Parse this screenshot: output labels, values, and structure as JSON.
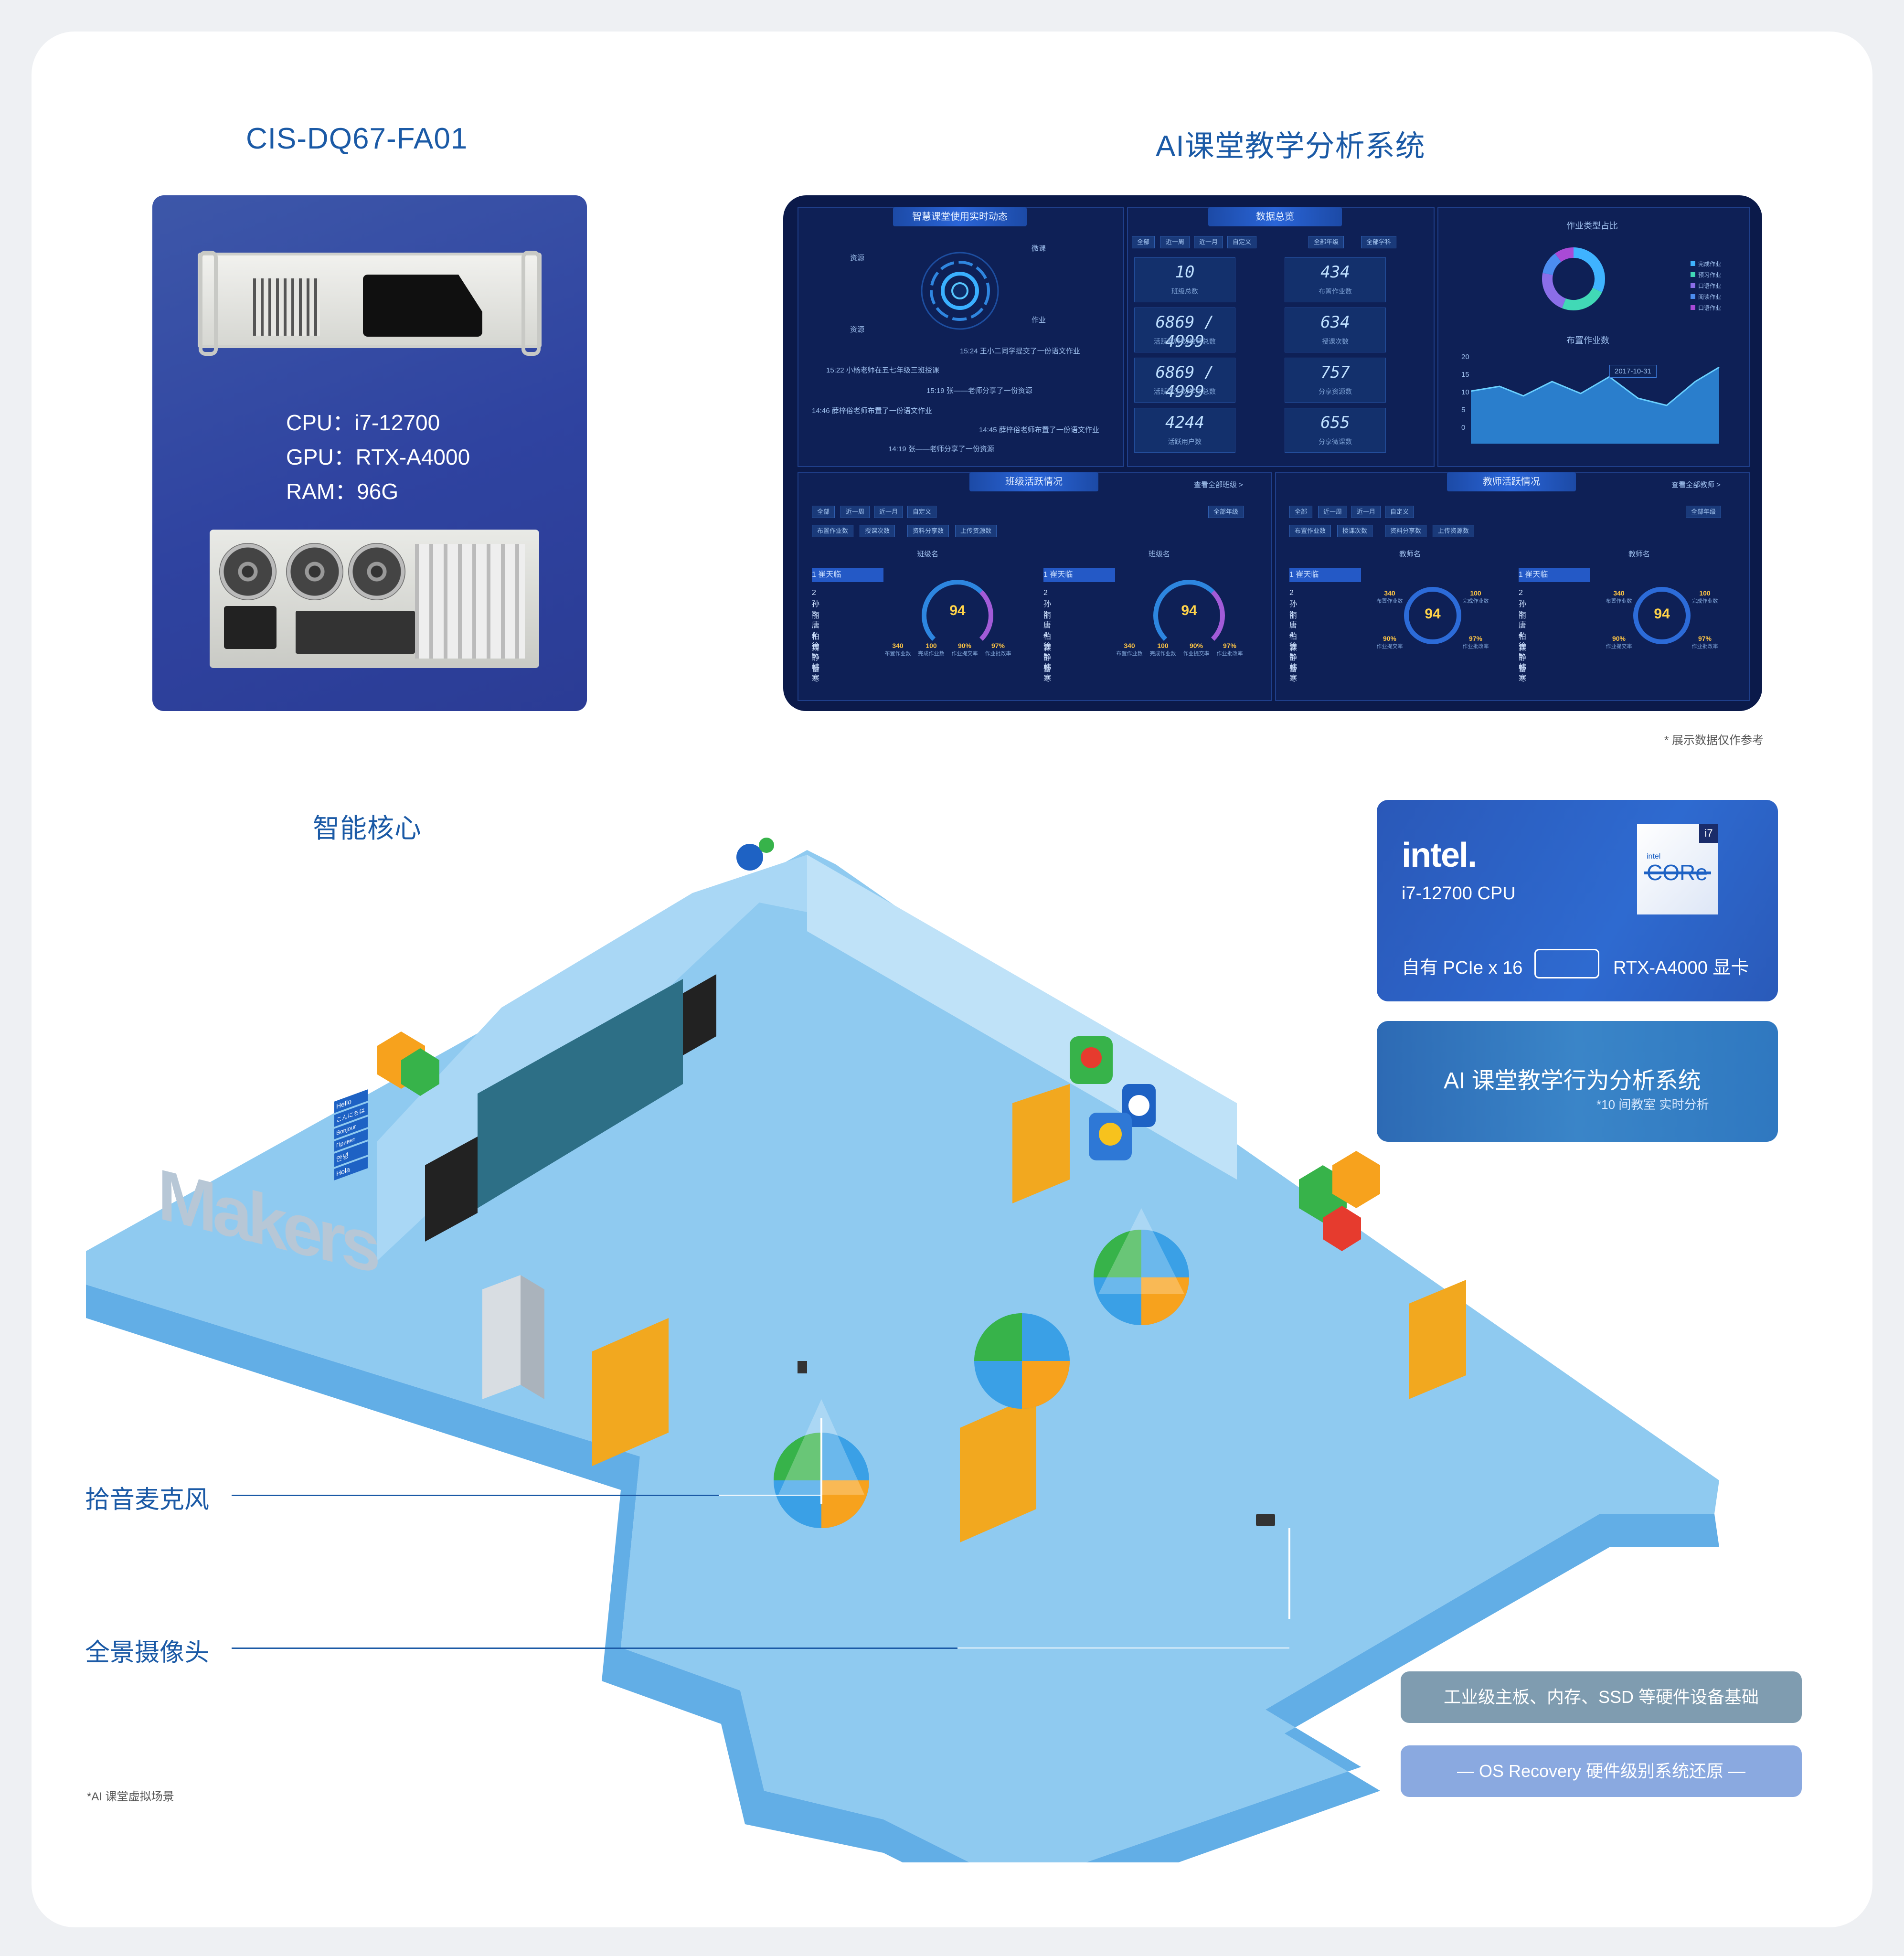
{
  "product": {
    "model_title": "CIS-DQ67-FA01",
    "specs": [
      "CPU：i7-12700",
      "GPU：RTX-A4000",
      "RAM：96G"
    ]
  },
  "dashboard": {
    "title": "AI课堂教学分析系统",
    "panels": {
      "usage": {
        "heading": "智慧课堂使用实时动态",
        "ring_labels": [
          "资源",
          "微课",
          "作业",
          "资源"
        ],
        "feed": [
          "15:24 王小二同学提交了一份语文作业",
          "15:22 小杨老师在五七年级三班授课",
          "15:19 张——老师分享了一份资源",
          "14:46 薛梓俗老师布置了一份语文作业",
          "14:45 薛梓俗老师布置了一份语文作业",
          "14:19 张——老师分享了一份资源"
        ]
      },
      "overview": {
        "heading": "数据总览",
        "tabs": [
          "全部",
          "近一周",
          "近一月",
          "自定义"
        ],
        "selects": [
          "全部年级",
          "全部学科"
        ],
        "stats": [
          {
            "value": "10",
            "label": "班级总数"
          },
          {
            "value": "434",
            "label": "布置作业数"
          },
          {
            "value": "6869 / 4999",
            "label": "活跃教师数/教师总数"
          },
          {
            "value": "634",
            "label": "授课次数"
          },
          {
            "value": "6869 / 4999",
            "label": "活跃学生数/学生总数"
          },
          {
            "value": "757",
            "label": "分享资源数"
          },
          {
            "value": "4244",
            "label": "活跃用户数"
          },
          {
            "value": "655",
            "label": "分享微课数"
          }
        ]
      },
      "types": {
        "heading": "作业类型占比",
        "trend_heading": "布置作业数",
        "tooltip_date": "2017-10-31",
        "donut": [
          {
            "label": "完成作业",
            "value": 32,
            "color": "#3fb3ff"
          },
          {
            "label": "预习作业",
            "value": 24,
            "color": "#41d9b6"
          },
          {
            "label": "口语作业",
            "value": 22,
            "color": "#8b6ee8"
          },
          {
            "label": "阅读作业",
            "value": 12,
            "color": "#4c8df0"
          },
          {
            "label": "口语作业",
            "value": 10,
            "color": "#a94ad6"
          }
        ],
        "y_ticks": [
          "20",
          "15",
          "10",
          "5",
          "0"
        ]
      },
      "class_activity": {
        "heading": "班级活跃情况",
        "more": "查看全部班级 >",
        "tabs": [
          "全部",
          "近一周",
          "近一月",
          "自定义"
        ],
        "subtabs": [
          "布置作业数",
          "授课次数",
          "资料分享数",
          "上传资源数"
        ],
        "select": "全部年级",
        "column_heading": "班级名",
        "rank": [
          "1 崔天临",
          "2 孙丽",
          "3 唐柏霖",
          "4 徐静蕾",
          "5 韩寒"
        ],
        "score": "94",
        "mini": [
          {
            "v": "340",
            "l": "布置作业数"
          },
          {
            "v": "100",
            "l": "完成作业数"
          },
          {
            "v": "90%",
            "l": "作业提交率"
          },
          {
            "v": "97%",
            "l": "作业批改率"
          }
        ]
      },
      "teacher_activity": {
        "heading": "教师活跃情况",
        "more": "查看全部教师 >",
        "column_heading": "教师名",
        "score": "94",
        "mini": [
          {
            "v": "340",
            "l": "布置作业数"
          },
          {
            "v": "100",
            "l": "完成作业数"
          },
          {
            "v": "90%",
            "l": "作业提交率"
          },
          {
            "v": "97%",
            "l": "作业批改率"
          }
        ]
      }
    },
    "footnote": "* 展示数据仅作参考"
  },
  "scene": {
    "title": "智能核心",
    "labels": {
      "mic": "拾音麦克风",
      "camera": "全景摄像头"
    },
    "footnote": "*AI 课堂虚拟场景",
    "maker_text": "Makers",
    "hello_tags": [
      "Hello",
      "こんにちは",
      "Bonjour",
      "Привет",
      "안녕",
      "Hola"
    ]
  },
  "intel_card": {
    "brand": "intel.",
    "cpu": "i7-12700 CPU",
    "chip_brand": "intel",
    "chip_name": "CORe",
    "chip_tier": "i7",
    "pcie": "自有 PCIe x 16",
    "gpu": "RTX-A4000 显卡"
  },
  "ai_card": {
    "title": "AI 课堂教学行为分析系统",
    "subtitle": "*10 间教室 实时分析"
  },
  "feature_pills": [
    {
      "text": "工业级主板、内存、SSD 等硬件设备基础",
      "color": "#7f9cb0"
    },
    {
      "text": "— OS Recovery 硬件级别系统还原 —",
      "color": "#8aa9e0"
    }
  ]
}
